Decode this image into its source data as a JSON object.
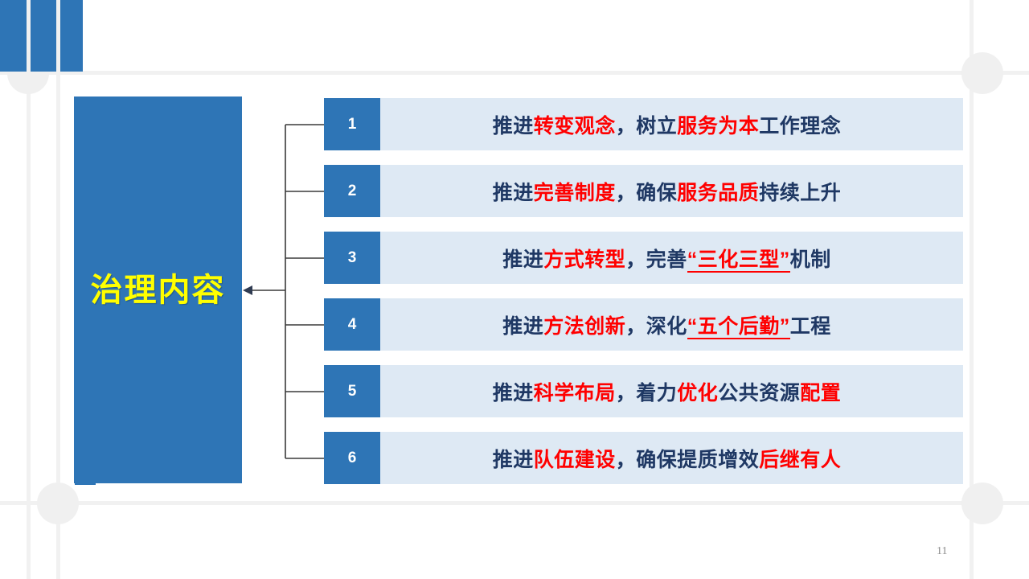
{
  "slide": {
    "page_number": "11",
    "title": "治理内容",
    "colors": {
      "brand_blue": "#2E75B6",
      "row_background": "#DEE9F4",
      "title_text": "#FFFF00",
      "body_text": "#1F3864",
      "emphasis": "#FF0000",
      "grid_line": "#F1F1F1",
      "circle": "#F0F0F0",
      "page_number": "#8C8C8C"
    }
  },
  "rows": [
    {
      "number": "1",
      "full_text": "推进转变观念，树立服务为本工作理念",
      "segments": [
        {
          "text": "推进",
          "style": "plain"
        },
        {
          "text": "转变观念",
          "style": "emphasis"
        },
        {
          "text": "，树立",
          "style": "plain"
        },
        {
          "text": "服务为本",
          "style": "emphasis"
        },
        {
          "text": "工作理念",
          "style": "plain"
        }
      ]
    },
    {
      "number": "2",
      "full_text": "推进完善制度，确保服务品质持续上升",
      "segments": [
        {
          "text": "推进",
          "style": "plain"
        },
        {
          "text": "完善制度",
          "style": "emphasis"
        },
        {
          "text": "，确保",
          "style": "plain"
        },
        {
          "text": "服务品质",
          "style": "emphasis"
        },
        {
          "text": "持续上升",
          "style": "plain"
        }
      ]
    },
    {
      "number": "3",
      "full_text": "推进方式转型，完善“三化三型”机制",
      "segments": [
        {
          "text": "推进",
          "style": "plain"
        },
        {
          "text": "方式转型",
          "style": "emphasis"
        },
        {
          "text": "，完善",
          "style": "plain"
        },
        {
          "text": "“三化三型”",
          "style": "emphasis-underline"
        },
        {
          "text": "机制",
          "style": "plain"
        }
      ]
    },
    {
      "number": "4",
      "full_text": "推进方法创新，深化“五个后勤”工程",
      "segments": [
        {
          "text": "推进",
          "style": "plain"
        },
        {
          "text": "方法创新",
          "style": "emphasis"
        },
        {
          "text": "，深化",
          "style": "plain"
        },
        {
          "text": "“五个后勤”",
          "style": "emphasis-underline"
        },
        {
          "text": "工程",
          "style": "plain"
        }
      ]
    },
    {
      "number": "5",
      "full_text": "推进科学布局，着力优化公共资源配置",
      "segments": [
        {
          "text": "推进",
          "style": "plain"
        },
        {
          "text": "科学布局",
          "style": "emphasis"
        },
        {
          "text": "，着力",
          "style": "plain"
        },
        {
          "text": "优化",
          "style": "emphasis"
        },
        {
          "text": "公共资源",
          "style": "plain"
        },
        {
          "text": "配置",
          "style": "emphasis"
        }
      ]
    },
    {
      "number": "6",
      "full_text": "推进队伍建设，确保提质增效后继有人",
      "segments": [
        {
          "text": "推进",
          "style": "plain"
        },
        {
          "text": "队伍建设",
          "style": "emphasis"
        },
        {
          "text": "，确保提质增效",
          "style": "plain"
        },
        {
          "text": "后继有人",
          "style": "emphasis"
        }
      ]
    }
  ]
}
